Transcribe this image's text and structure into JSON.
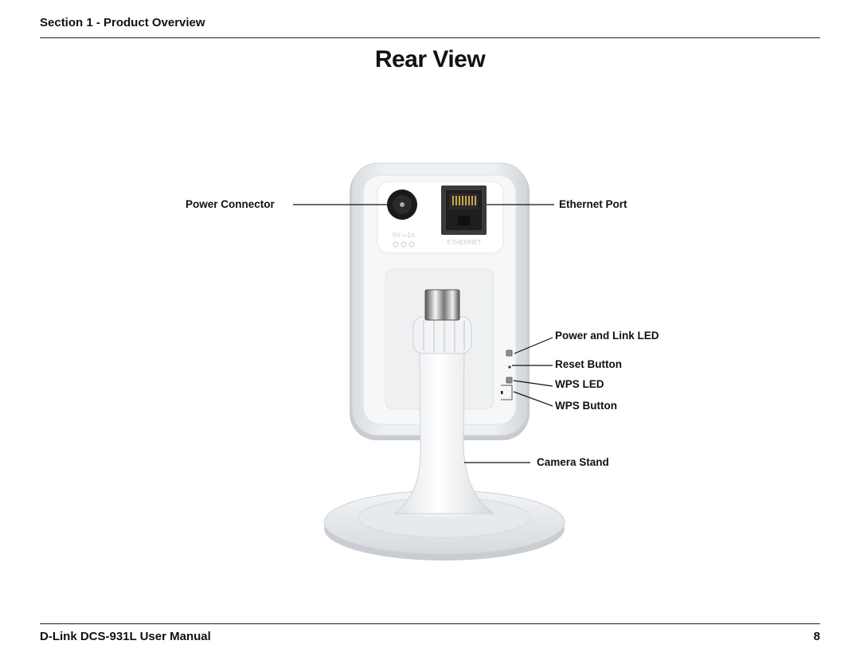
{
  "header": {
    "section": "Section 1 - Product Overview"
  },
  "page": {
    "title": "Rear View"
  },
  "figure": {
    "callouts": {
      "power_connector": "Power Connector",
      "ethernet_port": "Ethernet Port",
      "power_link_led": "Power and  Link LED",
      "reset_button": "Reset Button",
      "wps_led": "WPS LED",
      "wps_button": "WPS Button",
      "camera_stand": "Camera Stand"
    },
    "device_print": {
      "power_rating": "5V ⎓1A",
      "ethernet": "ETHERNET"
    }
  },
  "footer": {
    "manual": "D-Link DCS-931L User Manual",
    "page_number": "8"
  }
}
